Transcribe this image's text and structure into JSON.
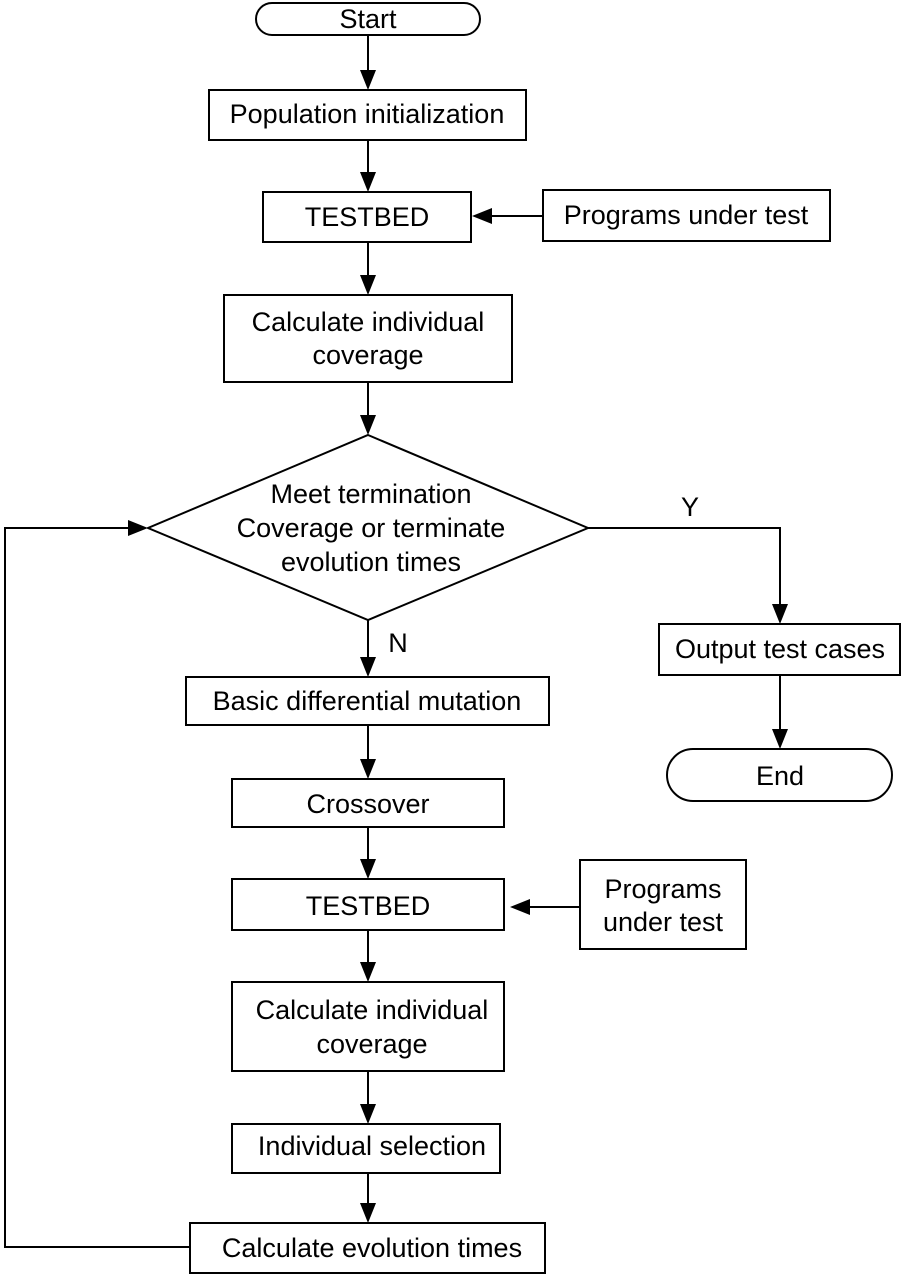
{
  "nodes": {
    "start": "Start",
    "pop_init": "Population initialization",
    "testbed1": "TESTBED",
    "programs1": "Programs under test",
    "calc_cov1": [
      "Calculate individual",
      "coverage"
    ],
    "decision": [
      "Meet termination",
      "Coverage or terminate",
      "evolution times"
    ],
    "output": "Output test cases",
    "end": "End",
    "mutation": "Basic differential mutation",
    "crossover": "Crossover",
    "testbed2": "TESTBED",
    "programs2": [
      "Programs",
      "under test"
    ],
    "calc_cov2": [
      "Calculate individual",
      "coverage"
    ],
    "selection": "Individual selection",
    "calc_evo": "Calculate evolution times"
  },
  "edge_labels": {
    "yes": "Y",
    "no": "N"
  }
}
